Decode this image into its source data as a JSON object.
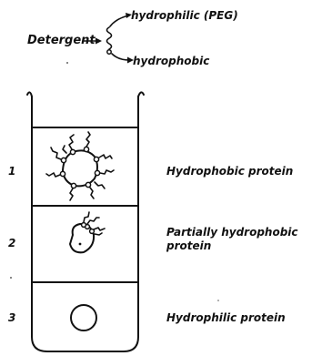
{
  "legend": {
    "detergent_label": "Detergent",
    "hydrophilic_label": "hydrophilic (PEG)",
    "hydrophobic_label": "hydrophobic"
  },
  "rows": [
    {
      "number": "1",
      "label_lines": [
        "Hydrophobic protein"
      ]
    },
    {
      "number": "2",
      "label_lines": [
        "Partially hydrophobic",
        "protein"
      ]
    },
    {
      "number": "3",
      "label_lines": [
        "Hydrophilic protein"
      ]
    }
  ]
}
